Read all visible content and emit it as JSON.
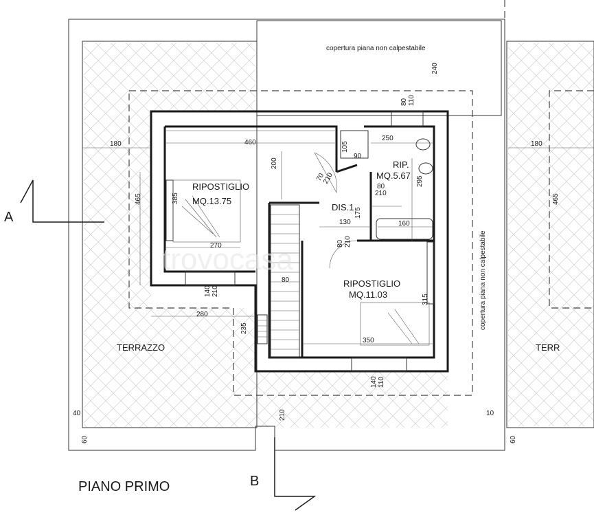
{
  "drawing": {
    "title": "PIANO PRIMO",
    "section_a": "A",
    "section_b": "B",
    "watermark": "trovocasa"
  },
  "rooms": {
    "rip1": {
      "name": "RIPOSTIGLIO",
      "area": "MQ.13.75"
    },
    "rip2": {
      "name": "RIPOSTIGLIO",
      "area": "MQ.11.03"
    },
    "rip3": {
      "name": "RIP.",
      "area": "MQ.5.67"
    },
    "dis": {
      "name": "DIS.1"
    },
    "terrace_left": "TERRAZZO",
    "terrace_right": "TERR",
    "roof_top": "copertura piana non calpestabile",
    "roof_right": "copertura piana non calpestabile"
  },
  "dimensions": {
    "d460": "460",
    "d200": "200",
    "d250": "250",
    "d105": "105",
    "d90": "90",
    "d180_left": "180",
    "d180_right": "180",
    "d465_left": "465",
    "d465_right": "465",
    "d385": "385",
    "d270": "270",
    "d175": "175",
    "d130": "130",
    "d160": "160",
    "d295": "295",
    "d80_210_a": "80",
    "d80_210_b": "210",
    "d80_110_a": "80",
    "d80_110_b": "110",
    "d240": "240",
    "d80": "80",
    "d140_210_a": "140",
    "d140_210_b": "210",
    "d280": "280",
    "d235": "235",
    "d350": "350",
    "d315": "315",
    "d140_110_a": "140",
    "d140_110_b": "110",
    "d80_210_c": "80",
    "d80_210_d": "210",
    "d210": "210",
    "d40": "40",
    "d60_left": "60",
    "d10": "10",
    "d60_right": "60",
    "d70_210_a": "70",
    "d70_210_b": "210"
  }
}
